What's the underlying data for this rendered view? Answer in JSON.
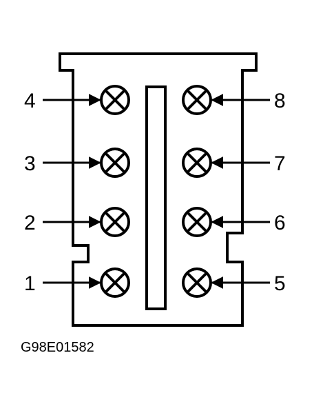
{
  "diagram": {
    "cylinders": [
      {
        "number": "4",
        "bank": "left",
        "row": 1
      },
      {
        "number": "3",
        "bank": "left",
        "row": 2
      },
      {
        "number": "2",
        "bank": "left",
        "row": 3
      },
      {
        "number": "1",
        "bank": "left",
        "row": 4
      },
      {
        "number": "8",
        "bank": "right",
        "row": 1
      },
      {
        "number": "7",
        "bank": "right",
        "row": 2
      },
      {
        "number": "6",
        "bank": "right",
        "row": 3
      },
      {
        "number": "5",
        "bank": "right",
        "row": 4
      }
    ],
    "figure_id": "G98E01582"
  }
}
